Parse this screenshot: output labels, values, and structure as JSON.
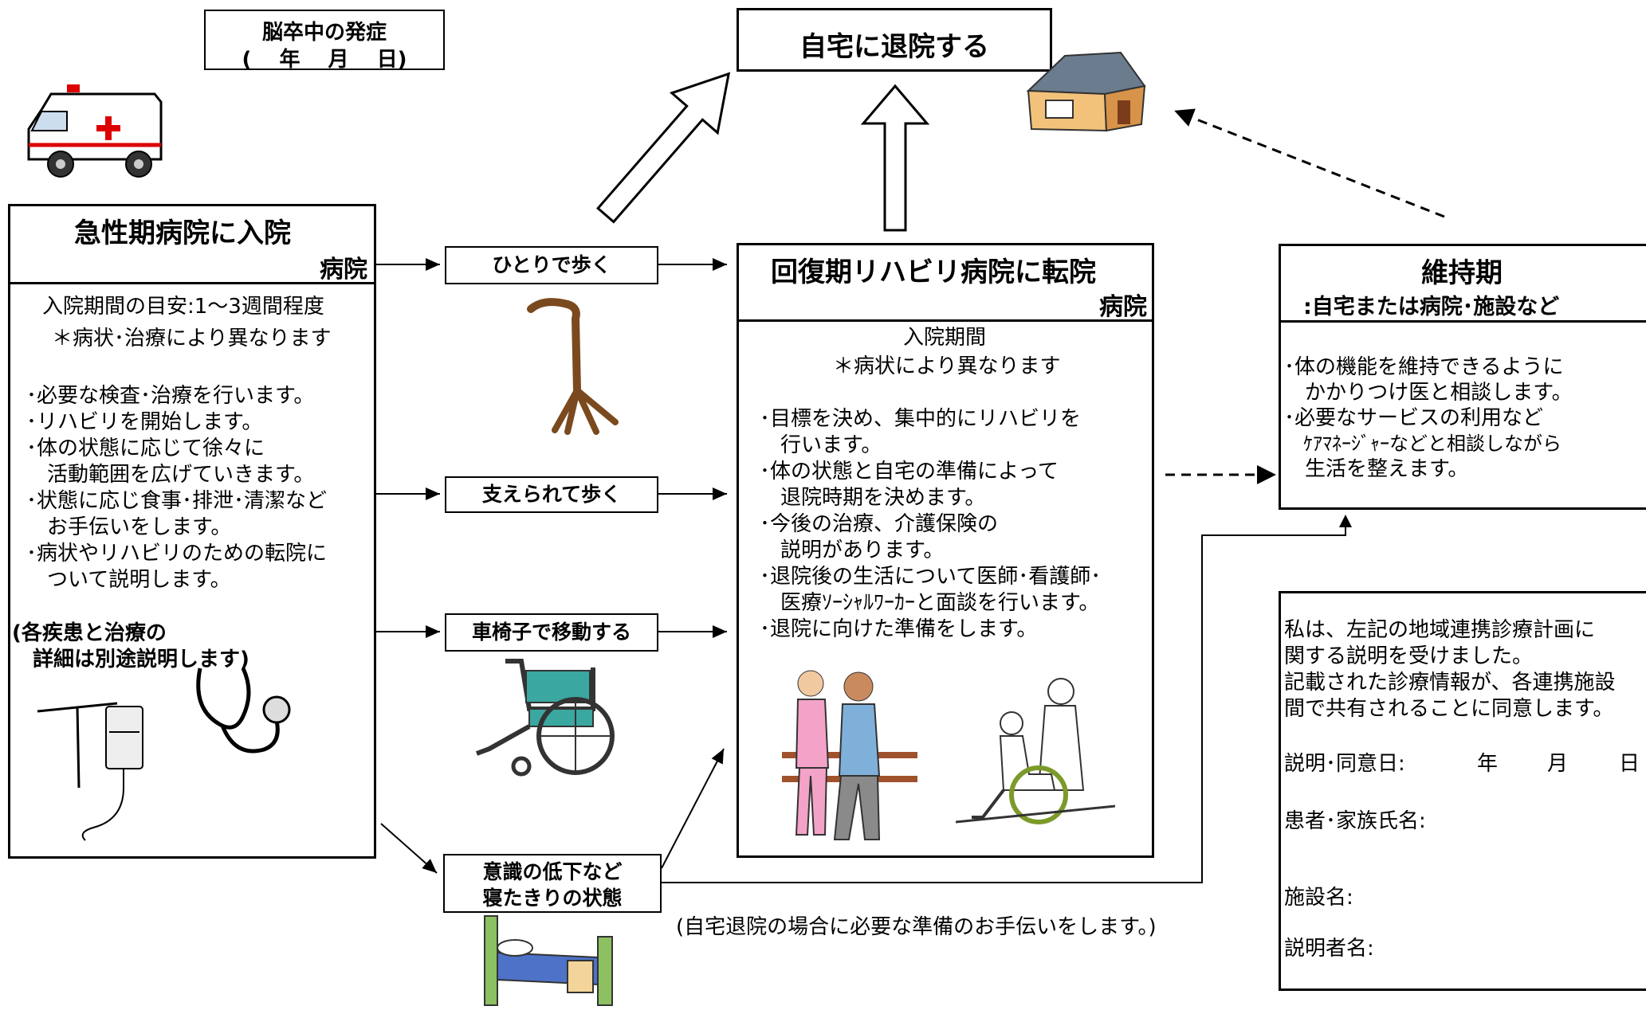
{
  "onset": {
    "title": "脳卒中の発症",
    "date": "(　 年　 月　 日)"
  },
  "home": {
    "title": "自宅に退院する"
  },
  "acute": {
    "title": "急性期病院に入院",
    "hospital": "病院",
    "lines": [
      "入院期間の目安:1～3週間程度",
      "＊病状･治療により異なります",
      "･必要な検査･治療を行います。",
      "･リハビリを開始します。",
      "･体の状態に応じて徐々に",
      "　活動範囲を広げていきます。",
      "･状態に応じ食事･排泄･清潔など",
      "　お手伝いをします。",
      "･病状やリハビリのための転院に",
      "　ついて説明します。"
    ],
    "note1": "(各疾患と治療の",
    "note2": "　詳細は別途説明します)"
  },
  "paths": {
    "walk_alone": "ひとりで歩く",
    "walk_supported": "支えられて歩く",
    "wheelchair": "車椅子で移動する",
    "bedridden1": "意識の低下など",
    "bedridden2": "寝たきりの状態"
  },
  "rehab": {
    "title": "回復期リハビリ病院に転院",
    "hospital": "病院",
    "lines": [
      "入院期間",
      "＊病状により異なります",
      "･目標を決め、集中的にリハビリを",
      "　行います。",
      "･体の状態と自宅の準備によって",
      "　退院時期を決めます。",
      "･今後の治療、介護保険の",
      "　説明があります。",
      "･退院後の生活について医師･看護師･",
      "　医療ｿｰｼｬﾙﾜｰｶｰと面談を行います。",
      "･退院に向けた準備をします。"
    ]
  },
  "home_prep_note": "(自宅退院の場合に必要な準備のお手伝いをします。)",
  "maintenance": {
    "title": "維持期",
    "subtitle": ":自宅または病院･施設など",
    "lines": [
      "･体の機能を維持できるように",
      "　かかりつけ医と相談します。",
      "･必要なサービスの利用など",
      "　ｹｱﾏﾈｰｼﾞｬｰなどと相談しながら",
      "　生活を整えます。"
    ]
  },
  "consent": {
    "lines": [
      "私は、左記の地域連携診療計画に",
      "関する説明を受けました。",
      "記載された診療情報が、各連携施設",
      "間で共有されることに同意します。"
    ],
    "date_label": "説明･同意日:",
    "year": "年",
    "month": "月",
    "day": "日",
    "patient_label": "患者･家族氏名:",
    "facility_label": "施設名:",
    "explainer_label": "説明者名:"
  },
  "icons": [
    "ambulance-icon",
    "cane-icon",
    "wheelchair-icon",
    "bed-icon",
    "iv-drip-icon",
    "stethoscope-icon",
    "house-icon",
    "rehab-walking-icon",
    "nurse-wheelchair-icon"
  ]
}
